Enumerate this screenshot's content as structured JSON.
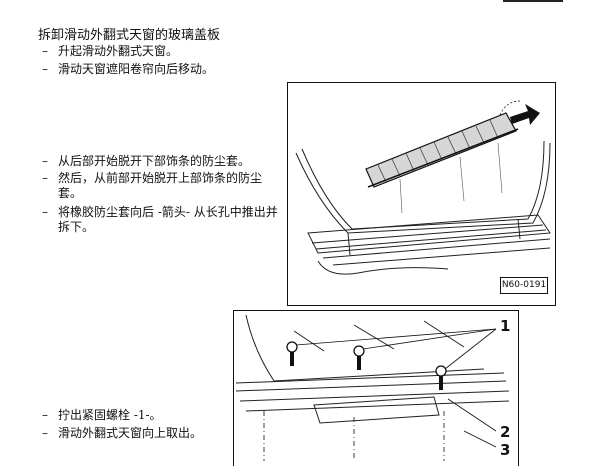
{
  "title": "拆卸滑动外翻式天窗的玻璃盖板",
  "dash": "–",
  "steps_top": [
    "升起滑动外翻式天窗。",
    "滑动天窗遮阳卷帘向后移动。"
  ],
  "steps_mid": [
    "从后部开始脱开下部饰条的防尘套。",
    "然后，从前部开始脱开上部饰条的防尘套。",
    "将橡胶防尘套向后 -箭头- 从长孔中推出并拆下。"
  ],
  "steps_bottom": [
    "拧出紧固螺栓 -1-。",
    "滑动外翻式天窗向上取出。"
  ],
  "figure1": {
    "code": "N60-0191"
  },
  "figure2": {
    "callouts": [
      "1",
      "2",
      "3"
    ]
  }
}
